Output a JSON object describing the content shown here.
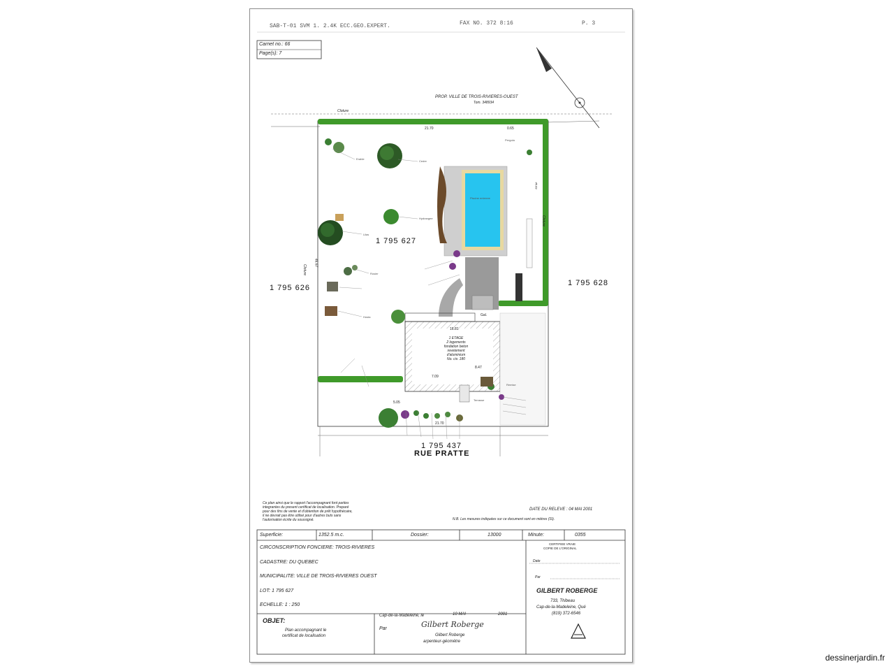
{
  "header": {
    "fax_line": "SAB-T-01 SVM 1.  2.4K  ECC.GEO.EXPERT.",
    "fax_no": "FAX NO.  372 8:16",
    "page": "P. 3"
  },
  "carnet": {
    "line1": "Carnet no.: 66",
    "line2": "Page(s): 7"
  },
  "plan": {
    "property_label": "PROP. VILLE DE TROIS-RIVIERES-OUEST",
    "property_sub": "Tom. 348934",
    "cloture_top": "Cloture",
    "lot_main": "1 795 627",
    "lot_left": "1 795 626",
    "lot_right": "1 795 628",
    "lot_bottom": "1 795 437",
    "street": "RUE PRATTE",
    "pool_label": "Piscine enterree",
    "dim_top": "21.70",
    "dim_tr": "0.65",
    "dim_bottom": "21.70",
    "house_lines": [
      "1 ETAGE",
      "2 logements",
      "fondation beton",
      "revetement",
      "d'aluminium",
      "No. civ. 180"
    ],
    "house_dim1": "16.81",
    "house_dim2": "8.47",
    "house_dim3": "7.09",
    "house_dim4": "5.05",
    "gal_label": "Gal.",
    "cloture_left": "Cloture",
    "cloture_right": "Cloture",
    "vertical_label": "46.67",
    "vertical_label_r": "45.69",
    "remise_label": "Remise",
    "terrasse_label": "Terrasse",
    "pergola_label": "Pergola",
    "plant_labels": [
      "Erable",
      "Cedre",
      "Hydrangee",
      "Lilas",
      "Rosier",
      "Hosta"
    ]
  },
  "notes": {
    "disclaimer": [
      "Ce plan ainsi que le rapport l'accompagnant font parties",
      "integrantes du present certificat de localisation. Preparé",
      "pour des fins de vente et d'obtention de prêt hypothécaire,",
      "il ne devrait pas être utilisé pour d'autres buts sans",
      "l'autorisation écrite du soussigné."
    ],
    "date_releve": "DATE DU RELEVE :  04 MAI 2001",
    "nb": "N.B. Les mesures indiquées sur ce document sont en mètres (SI)."
  },
  "titleblock": {
    "superficie_label": "Superficie:",
    "superficie_value": "1352.5 m.c.",
    "dossier_label": "Dossier:",
    "dossier_value": "13000",
    "minute_label": "Minute:",
    "minute_value": "0355",
    "circonscription": "CIRCONSCRIPTION FONCIERE: TROIS-RIVIERES",
    "cadastre": "CADASTRE: DU QUEBEC",
    "municipalite": "MUNICIPALITE: VILLE DE TROIS-RIVIERES OUEST",
    "lot": "LOT: 1 795 627",
    "echelle": "ECHELLE: 1 : 250",
    "objet_label": "OBJET:",
    "objet_text_1": "Plan accompagnant le",
    "objet_text_2": "certificat de localisation",
    "certifie_1": "CERTIFIEE VRAIE",
    "certifie_2": "COPIE DE L'ORIGINAL",
    "date_label": "Date",
    "par_label": "Par",
    "surveyor_name": "GILBERT ROBERGE",
    "address_1": "733, Thibeau",
    "address_2": "Cap-de-la-Madeleine, Qué",
    "phone": "(819) 372-6546",
    "place_date_1": "Cap-de-la-Madeleine, le",
    "place_date_2": "10 MAI",
    "place_date_3": "2001",
    "par2": "Par",
    "sig_name": "Gilbert Roberge",
    "sig_title": "arpenteur-géomètre",
    "signature": "Gilbert Roberge"
  },
  "watermark": "dessinerjardin.fr",
  "colors": {
    "hedge": "#3f9a2a",
    "pool": "#27c4ef",
    "pool_rim": "#e8d9a0",
    "paving": "#9a9a9a",
    "mulch": "#6b4a2a"
  }
}
